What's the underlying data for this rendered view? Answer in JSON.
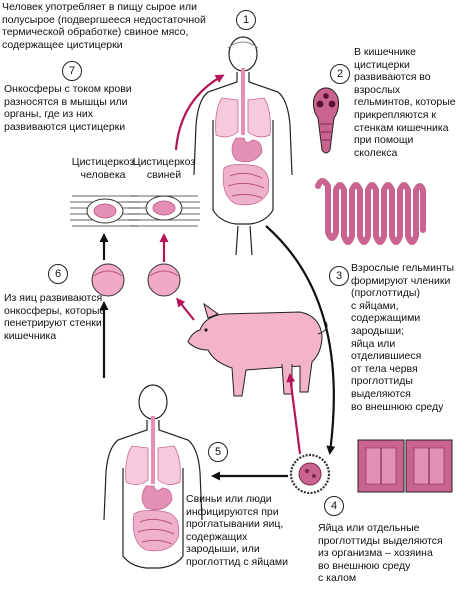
{
  "steps": [
    {
      "num": "1",
      "text": "Человек употребляет в пищу сырое или\nполусырое (подвергшееся недостаточной\nтермической обработке) свиное мясо,\nсодержащее цистицерки"
    },
    {
      "num": "2",
      "text": "В кишечнике\nцистицерки\nразвиваются во\nвзрослых\nгельминтов, которые\nприкрепляются к\nстенкам кишечника\nпри помощи\nсколекса"
    },
    {
      "num": "3",
      "text": "Взрослые гельминты\nформируют членики\n(проглоттиды)\nс яйцами,\nсодержащими\nзародыши;\nяйца или\nотделившиеся\nот тела червя\nпроглоттиды\nвыделяются\nво внешнюю среду"
    },
    {
      "num": "4",
      "text": "Яйца или отдельные\nпроглоттиды выделяются\nиз организма – хозяина\nво внешнюю среду\nс калом"
    },
    {
      "num": "5",
      "text": "Свиньи или люди\nинфицируются при\nпроглатывании яиц,\nсодержащих\nзародыши, или\nпроглоттид с яйцами"
    },
    {
      "num": "6",
      "text": "Из яиц развиваются\nонкосферы, которые\nпенетрируют стенки\nкишечника"
    },
    {
      "num": "7",
      "text": "Онкосферы с током крови\nразносятся в мышцы или\nорганы, где из них\nразвиваются цистицерки"
    }
  ],
  "labels": {
    "cyst_human": "Цистицеркоз\nчеловека",
    "cyst_pig": "Цистицеркоз\nсвиней"
  },
  "colors": {
    "magenta_arrow": "#b5145a",
    "pink_organ": "#e48fb4",
    "light_pink": "#f6c9dc",
    "worm": "#c9638f",
    "pig": "#f2b3cb",
    "stroke": "#222222"
  }
}
